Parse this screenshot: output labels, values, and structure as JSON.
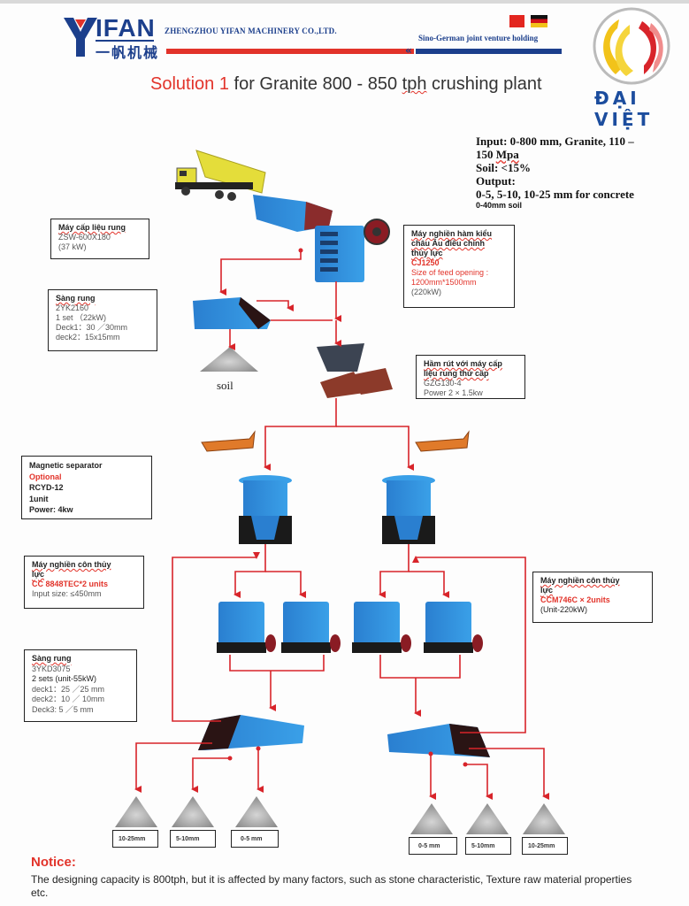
{
  "header": {
    "logo_brand": "IFAN",
    "logo_brand_cn": "一帆机械",
    "company_name": "ZHENGZHOU YIFAN MACHINERY CO.,LTD.",
    "tagline": "Sino-German joint venture holding",
    "flags": [
      "china-flag",
      "germany-flag"
    ],
    "partner_logo_text": "ĐẠI VIỆT"
  },
  "title": {
    "highlight": "Solution 1",
    "rest_before": " for Granite 800 -  850 ",
    "tph": "tph",
    "rest_after": " crushing plant"
  },
  "spec": {
    "input_line1": "Input: 0-800 mm, Granite, 110 –",
    "input_line2_a": "150 ",
    "input_line2_b": "Mpa",
    "soil": "Soil: <15%",
    "output_label": "Output:",
    "output_value": "0-5, 5-10, 10-25 mm for concrete",
    "soil_output": "0-40mm soil"
  },
  "boxes": {
    "feeder": {
      "title": "Máy cấp liệu rung",
      "model": "ZSW-600X180",
      "power": "(37 kW)"
    },
    "jaw": {
      "title_1": "Máy nghiền hàm kiểu",
      "title_2": "châu Âu điều chỉnh",
      "title_3": "thủy lực",
      "model": "CJ1250",
      "feed_1": "Size of feed opening :",
      "feed_2": "1200mm*1500mm",
      "power": "(220kW)"
    },
    "screen1": {
      "title": "Sàng rung",
      "model": "2YK2160",
      "sets": "1 set （22kW)",
      "deck1": "Deck1：30 ／30mm",
      "deck2": "deck2：15x15mm"
    },
    "silo": {
      "title_1": "Hầm rút với máy cấp",
      "title_2": "liệu rung thứ cấp",
      "model": "GZG130-4",
      "power": "Power 2 × 1.5kw"
    },
    "magnetic": {
      "title": "Magnetic separator",
      "optional": "Optional",
      "model": "RCYD-12",
      "units": "1unit",
      "power": "Power: 4kw"
    },
    "cone_left": {
      "title_1": "Máy nghiền côn thủy",
      "title_2": "lực",
      "model": "CC 8848TEC*2 units",
      "input": "Input size: ≤450mm"
    },
    "cone_right": {
      "title_1": "Máy nghiền côn thủy",
      "title_2": "lực",
      "model": "CCM746C × 2units",
      "power": "(Unit-220kW)"
    },
    "screen2": {
      "title": "Sàng rung",
      "model": "3YKD3075",
      "sets": "2 sets (unit-55kW)",
      "deck1": "deck1：25 ／25 mm",
      "deck2": "deck2：10 ／ 10mm",
      "deck3": "Deck3:  5 ／5 mm"
    }
  },
  "soil_label": "soil",
  "outputs_left": [
    "10-25mm",
    "5-10mm",
    "0-5 mm"
  ],
  "outputs_right": [
    "0-5 mm",
    "5-10mm",
    "10-25mm"
  ],
  "notice": {
    "heading": "Notice:",
    "text": "The designing capacity is 800tph, but it is affected by many factors, such as stone characteristic, Texture raw material properties etc."
  },
  "colors": {
    "flow_line": "#d8242a",
    "machine_blue": "#2e8fd8",
    "brand_blue": "#1c3f8c",
    "brand_red": "#e2332a"
  }
}
